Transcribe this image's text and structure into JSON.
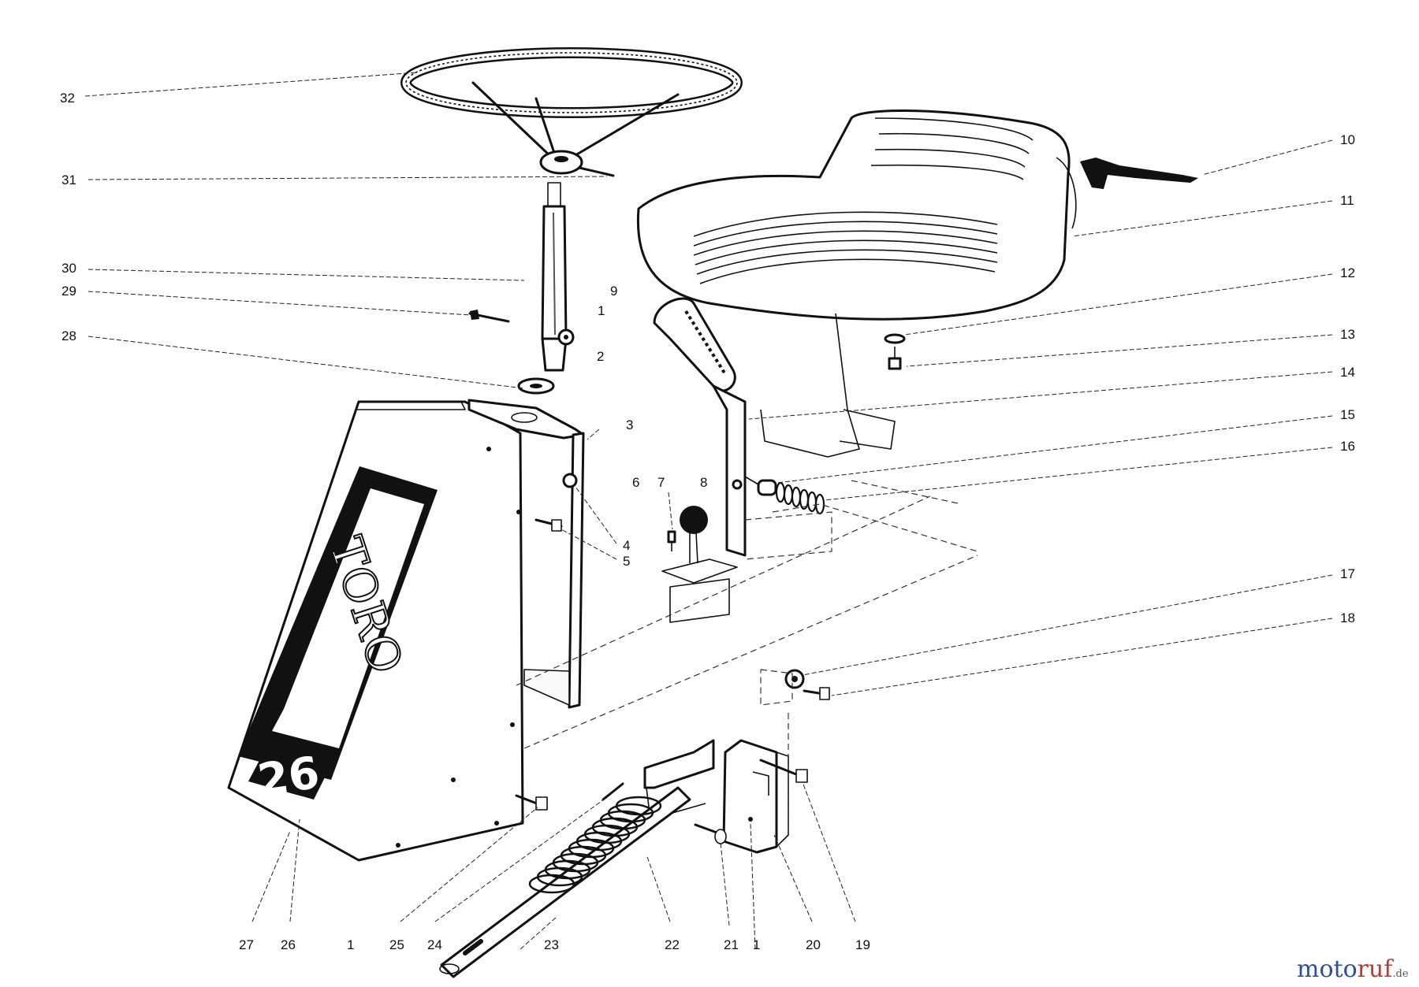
{
  "diagram": {
    "panel_badge_top": "TORO",
    "panel_badge_bottom": "26",
    "watermark": {
      "part1": "moto",
      "part2": "ruf",
      "part3": ".de"
    },
    "callouts": [
      "1",
      "2",
      "3",
      "4",
      "5",
      "6",
      "7",
      "8",
      "9",
      "10",
      "11",
      "12",
      "13",
      "14",
      "15",
      "16",
      "17",
      "18",
      "19",
      "20",
      "21",
      "22",
      "23",
      "24",
      "25",
      "26",
      "27",
      "28",
      "29",
      "30",
      "31",
      "32"
    ],
    "callout_1_extra": "1"
  }
}
